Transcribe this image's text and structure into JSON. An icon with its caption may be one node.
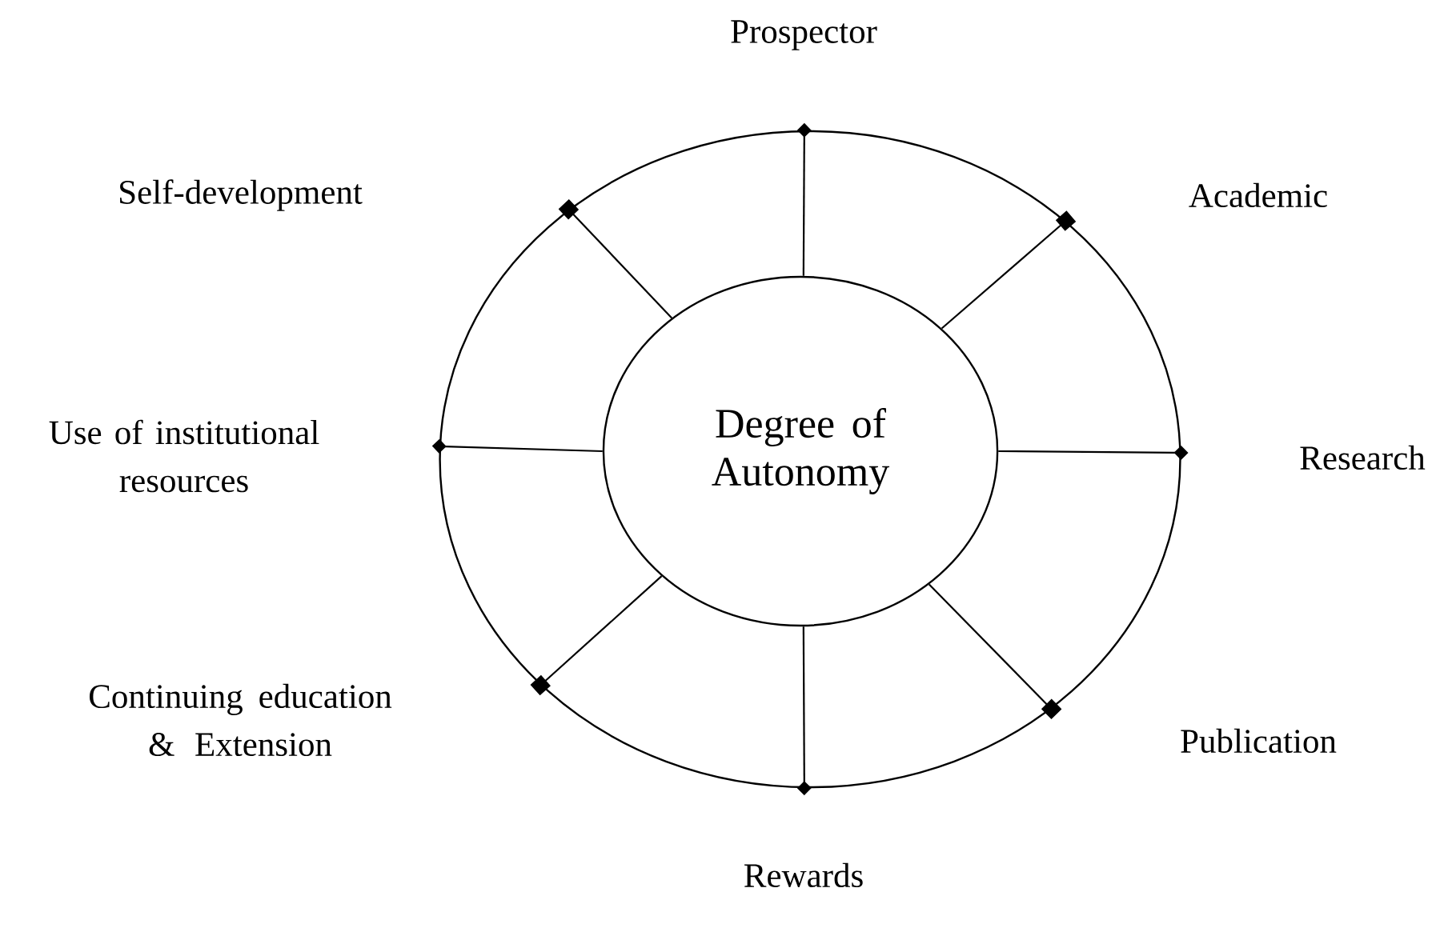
{
  "diagram": {
    "nodes": [
      {
        "text": [],
        "shape": "circle"
      },
      {
        "text": [
          "Degree of Autonomy"
        ],
        "in": 0
      }
    ],
    "edges": [
      {
        "from": 1,
        "to": 0,
        "arrow": "other"
      },
      {
        "from": 1,
        "to": 0,
        "arrow": "other"
      },
      {
        "from": 1,
        "to": 0,
        "arrow": "other"
      },
      {
        "from": 1,
        "to": 0,
        "arrow": "other"
      },
      {
        "from": 1,
        "to": 0,
        "arrow": "other"
      },
      {
        "from": 1,
        "to": 0,
        "arrow": "other"
      },
      {
        "from": 1,
        "to": 0,
        "arrow": "other"
      },
      {
        "from": 1,
        "to": 0,
        "arrow": "other"
      }
    ],
    "labels": [
      "Prospector",
      "Self-development",
      "Academic",
      "Use of institutional resources",
      "Research",
      "Continuing education & Extension",
      "Publication",
      "Rewards"
    ]
  }
}
